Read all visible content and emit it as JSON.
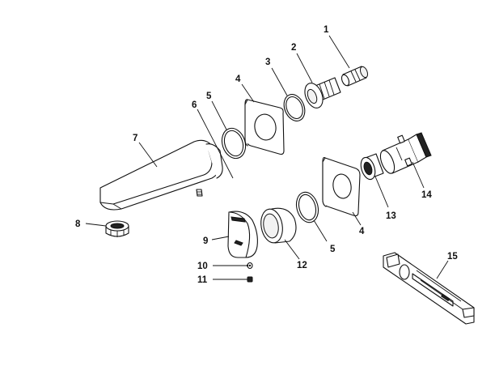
{
  "labels": [
    {
      "id": "1",
      "text": "1"
    },
    {
      "id": "2",
      "text": "2"
    },
    {
      "id": "3",
      "text": "3"
    },
    {
      "id": "4a",
      "text": "4"
    },
    {
      "id": "4b",
      "text": "4"
    },
    {
      "id": "5a",
      "text": "5"
    },
    {
      "id": "5b",
      "text": "5"
    },
    {
      "id": "6",
      "text": "6"
    },
    {
      "id": "7",
      "text": "7"
    },
    {
      "id": "8",
      "text": "8"
    },
    {
      "id": "9",
      "text": "9"
    },
    {
      "id": "10",
      "text": "10"
    },
    {
      "id": "11",
      "text": "11"
    },
    {
      "id": "12",
      "text": "12"
    },
    {
      "id": "13",
      "text": "13"
    },
    {
      "id": "14",
      "text": "14"
    },
    {
      "id": "15",
      "text": "15"
    }
  ]
}
